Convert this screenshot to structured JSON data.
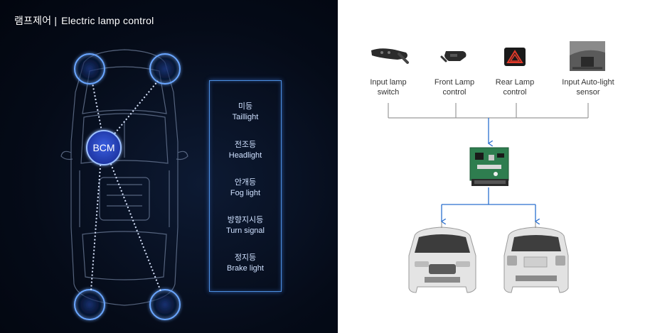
{
  "header": {
    "title_ko": "램프제어",
    "separator": "|",
    "title_en": "Electric lamp control"
  },
  "bcm": {
    "label": "BCM"
  },
  "lamps": [
    {
      "ko": "미등",
      "en": "Taillight"
    },
    {
      "ko": "전조등",
      "en": "Headlight"
    },
    {
      "ko": "안개등",
      "en": "Fog light"
    },
    {
      "ko": "방향지시등",
      "en": "Turn signal"
    },
    {
      "ko": "정지등",
      "en": "Brake light"
    }
  ],
  "inputs": [
    {
      "label_line1": "Input lamp",
      "label_line2": "switch",
      "icon": "lamp-switch-icon"
    },
    {
      "label_line1": "Front Lamp",
      "label_line2": "control",
      "icon": "front-lamp-icon"
    },
    {
      "label_line1": "Rear Lamp",
      "label_line2": "control",
      "icon": "hazard-icon"
    },
    {
      "label_line1": "Input Auto-light",
      "label_line2": "sensor",
      "icon": "auto-light-sensor-icon"
    }
  ],
  "colors": {
    "left_background": "#050b18",
    "glow_blue": "#4c8fe0",
    "bcm_fill": "#1f3fb8",
    "connector_gray": "#9a9a9a",
    "arrow_blue": "#2a6fcf",
    "pcb_green": "#2e7d4f"
  }
}
